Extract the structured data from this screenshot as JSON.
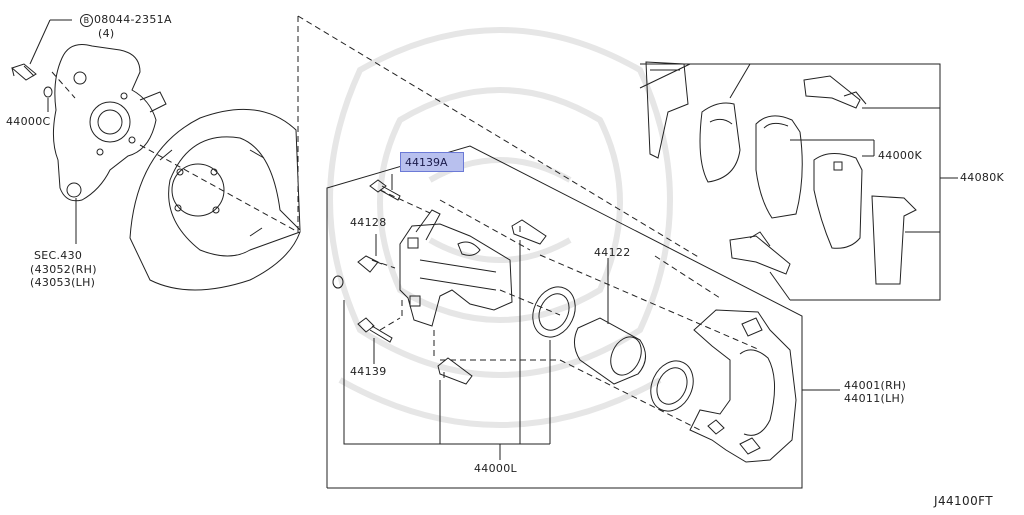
{
  "diagram": {
    "callouts": {
      "bolt_spec": "08044-2351A",
      "bolt_spec_marker": "B",
      "bolt_qty": "(4)",
      "p44000c": "44000C",
      "sec430": "SEC.430",
      "p43052": "(43052(RH)",
      "p43053": "(43053(LH)",
      "p44139a": "44139A",
      "p44128": "44128",
      "p44139": "44139",
      "p44122": "44122",
      "p44000l": "44000L",
      "p44000k": "44000K",
      "p44080k": "44080K",
      "p44001": "44001(RH)",
      "p44011": "44011(LH)"
    },
    "figure_code": "J44100FT",
    "highlight_color": "#b8c0ee"
  }
}
